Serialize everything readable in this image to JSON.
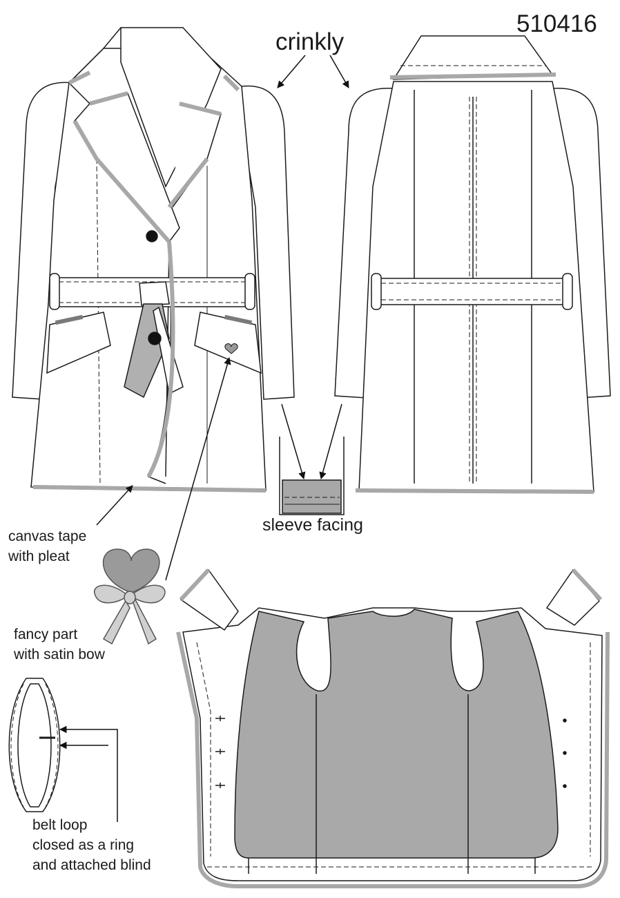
{
  "pattern_number": "510416",
  "labels": {
    "crinkly": "crinkly",
    "sleeve_facing": "sleeve facing",
    "canvas_tape": [
      "canvas tape",
      "with pleat"
    ],
    "fancy_part": [
      "fancy part",
      "with satin bow"
    ],
    "belt_loop": [
      "belt loop",
      "closed as a ring",
      "and attached blind"
    ]
  },
  "colors": {
    "outline": "#1a1a1a",
    "fill": "#ffffff",
    "trim": "#a8a8a8",
    "lining": "#a9a9a9",
    "heart": "#9a9a9a",
    "bow": "#d0d0d0"
  }
}
